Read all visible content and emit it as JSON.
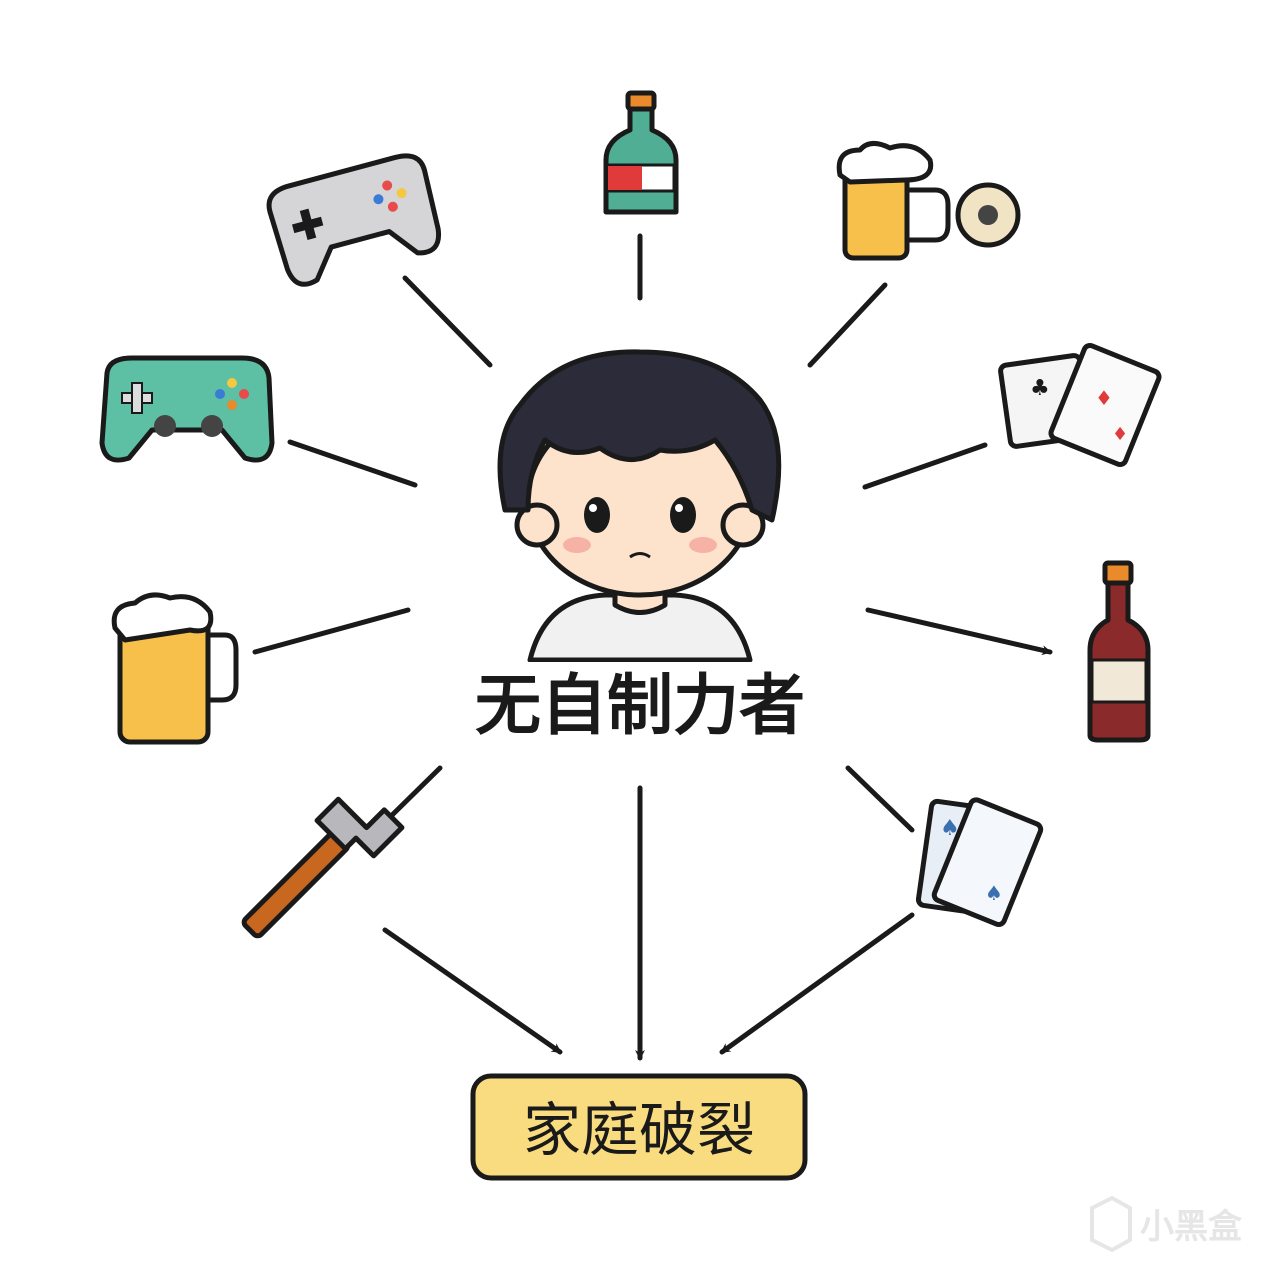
{
  "center_label": "无自制力者",
  "result_label": "家庭破裂",
  "watermark": "小黑盒",
  "colors": {
    "result_box_fill": "#f9dc7f",
    "line": "#1a1a1a",
    "hair": "#2b2b3a",
    "skin": "#fde2cc",
    "controller_green": "#5dbfa3",
    "controller_gray": "#d5d5d8",
    "beer": "#f6c04a",
    "wine": "#8a2a2a",
    "bottle_green": "#4fae94"
  },
  "icons": [
    "game-controller-gray",
    "liquor-bottle-green",
    "beer-mug-with-chip",
    "game-controller-green",
    "playing-cards-red",
    "beer-mug",
    "wine-bottle",
    "hammer",
    "playing-cards-blue"
  ]
}
